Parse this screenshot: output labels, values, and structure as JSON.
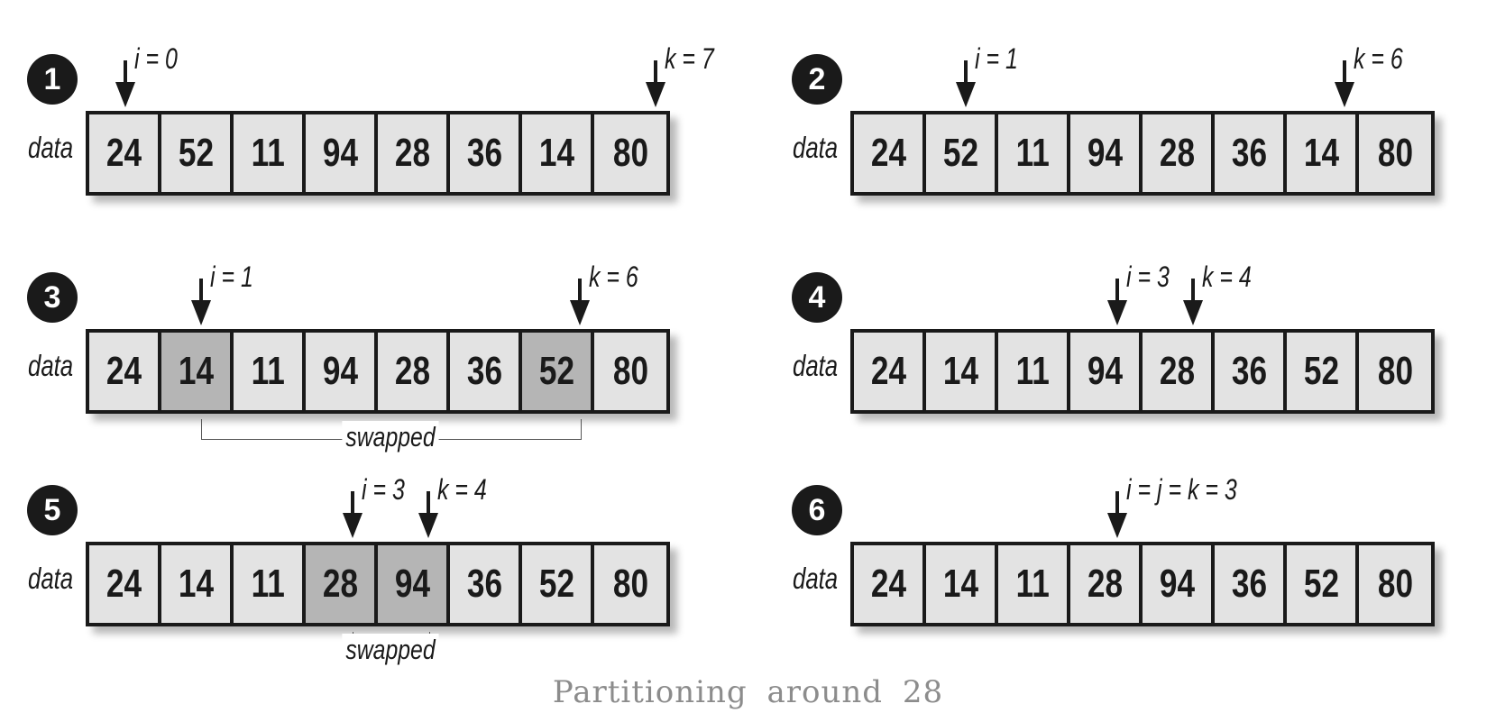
{
  "figure": {
    "caption": "Partitioning around 28",
    "array_name": "data",
    "colors": {
      "cell": "#e3e3e3",
      "swapped_cell": "#b5b5b5",
      "ink": "#1a1a1a",
      "caption": "#8c8c8c"
    },
    "steps": [
      {
        "step": "1",
        "values": [
          "24",
          "52",
          "11",
          "94",
          "28",
          "36",
          "14",
          "80"
        ],
        "swapped": [],
        "pointers": [
          {
            "label": "i = 0",
            "index": 0
          },
          {
            "label": "k = 7",
            "index": 7
          }
        ],
        "bracket": null
      },
      {
        "step": "2",
        "values": [
          "24",
          "52",
          "11",
          "94",
          "28",
          "36",
          "14",
          "80"
        ],
        "swapped": [],
        "pointers": [
          {
            "label": "i = 1",
            "index": 1
          },
          {
            "label": "k = 6",
            "index": 6
          }
        ],
        "bracket": null
      },
      {
        "step": "3",
        "values": [
          "24",
          "14",
          "11",
          "94",
          "28",
          "36",
          "52",
          "80"
        ],
        "swapped": [
          1,
          6
        ],
        "pointers": [
          {
            "label": "i = 1",
            "index": 1
          },
          {
            "label": "k = 6",
            "index": 6
          }
        ],
        "bracket": {
          "label": "swapped",
          "from": 1,
          "to": 6
        }
      },
      {
        "step": "4",
        "values": [
          "24",
          "14",
          "11",
          "94",
          "28",
          "36",
          "52",
          "80"
        ],
        "swapped": [],
        "pointers": [
          {
            "label": "i = 3",
            "index": 3
          },
          {
            "label": "k = 4",
            "index": 4
          }
        ],
        "bracket": null
      },
      {
        "step": "5",
        "values": [
          "24",
          "14",
          "11",
          "28",
          "94",
          "36",
          "52",
          "80"
        ],
        "swapped": [
          3,
          4
        ],
        "pointers": [
          {
            "label": "i = 3",
            "index": 3
          },
          {
            "label": "k = 4",
            "index": 4
          }
        ],
        "bracket": {
          "label": "swapped",
          "from": 3,
          "to": 4
        }
      },
      {
        "step": "6",
        "values": [
          "24",
          "14",
          "11",
          "28",
          "94",
          "36",
          "52",
          "80"
        ],
        "swapped": [],
        "pointers": [
          {
            "label": "i = j = k = 3",
            "index": 3
          }
        ],
        "bracket": null
      }
    ]
  }
}
